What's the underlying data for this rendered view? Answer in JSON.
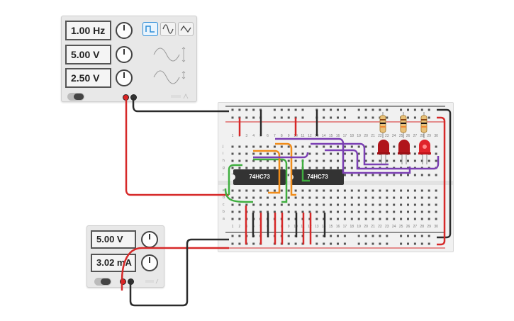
{
  "function_generator": {
    "frequency_display": "1.00 Hz",
    "amplitude_display": "5.00 V",
    "offset_display": "2.50 V",
    "waveforms": [
      "square-wave-icon",
      "sine-wave-icon",
      "triangle-wave-icon"
    ],
    "selected_waveform": "square"
  },
  "power_supply": {
    "voltage_display": "5.00 V",
    "current_display": "3.02 mA"
  },
  "breadboard": {
    "column_numbers": [
      "1",
      "2",
      "3",
      "4",
      "5",
      "6",
      "7",
      "8",
      "9",
      "10",
      "11",
      "12",
      "13",
      "14",
      "15",
      "16",
      "17",
      "18",
      "19",
      "20",
      "21",
      "22",
      "23",
      "24",
      "25",
      "26",
      "27",
      "28",
      "29",
      "30"
    ],
    "row_letters_top": [
      "j",
      "i",
      "h",
      "g",
      "f"
    ],
    "row_letters_bottom": [
      "e",
      "d",
      "c",
      "b",
      "a"
    ],
    "chips": [
      "74HC73",
      "74HC73"
    ]
  },
  "colors": {
    "red_wire": "#d62828",
    "black_wire": "#2b2b2b",
    "purple_wire": "#7b3fb3",
    "green_wire": "#3fae3f",
    "orange_wire": "#f08c1a",
    "led_red": "#c0141a"
  }
}
